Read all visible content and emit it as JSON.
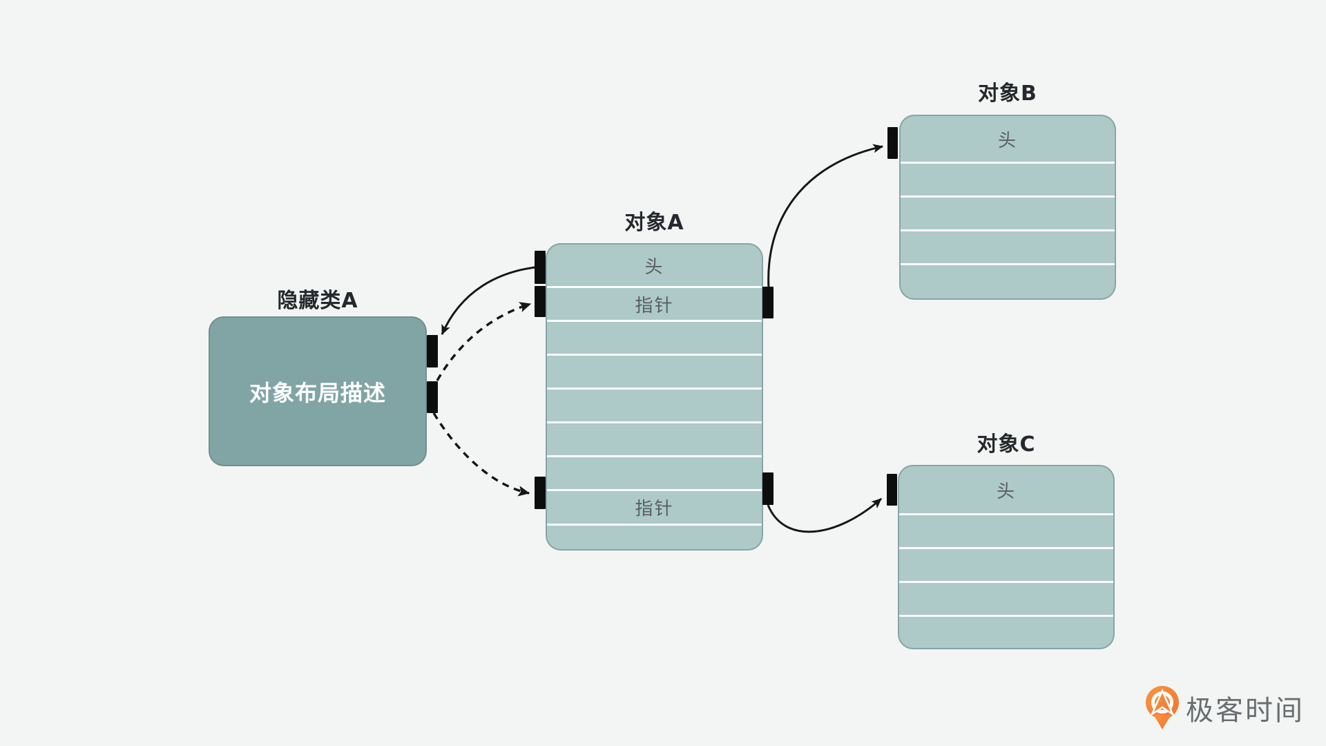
{
  "diagram_title": "hidden-class object layout diagram",
  "nodes": {
    "hidden_class_a": {
      "label": "隐藏类A",
      "body": "对象布局描述"
    },
    "object_a": {
      "label": "对象A",
      "rows": [
        "头",
        "指针",
        "",
        "",
        "",
        "",
        "",
        "指针",
        ""
      ]
    },
    "object_b": {
      "label": "对象B",
      "rows": [
        "头",
        "",
        "",
        "",
        ""
      ]
    },
    "object_c": {
      "label": "对象C",
      "rows": [
        "头",
        "",
        "",
        "",
        ""
      ]
    }
  },
  "edges": [
    {
      "name": "object-a-header-to-hidden-class",
      "style": "solid",
      "from": "对象A.头",
      "to": "隐藏类A"
    },
    {
      "name": "hidden-class-to-object-a-pointer-1",
      "style": "dashed",
      "from": "隐藏类A",
      "to": "对象A.指针(上)"
    },
    {
      "name": "hidden-class-to-object-a-pointer-2",
      "style": "dashed",
      "from": "隐藏类A",
      "to": "对象A.指针(下)"
    },
    {
      "name": "object-a-pointer-1-to-object-b",
      "style": "solid",
      "from": "对象A.指针(上)",
      "to": "对象B.头"
    },
    {
      "name": "object-a-pointer-2-to-object-c",
      "style": "solid",
      "from": "对象A.指针(下)",
      "to": "对象C.头"
    }
  ],
  "logo": {
    "text": "极客时间"
  },
  "colors": {
    "background": "#f3f5f4",
    "box_light": "#adc9c8",
    "box_dark": "#81a4a4",
    "port": "#0d0d0d",
    "arrow": "#161616",
    "label": "#25282c",
    "row_text": "#5a5f61",
    "logo_text": "#696d70",
    "logo_orange": "#ee7433",
    "logo_orange_light": "#f9963f"
  }
}
